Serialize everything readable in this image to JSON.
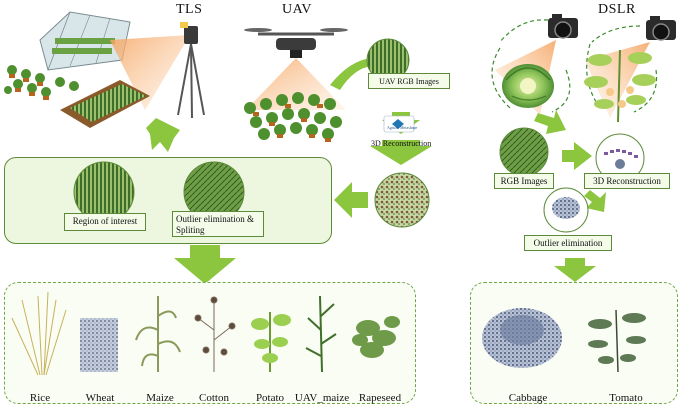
{
  "sources": {
    "tls": "TLS",
    "uav": "UAV",
    "dslr": "DSLR"
  },
  "steps": {
    "uav_rgb": "UAV RGB Images",
    "metashape": "Agisoft Metashape",
    "recon_uav": "3D Reconstruction",
    "roi": "Region of interest",
    "outlier_split": "Outlier elimination & Spliting",
    "rgb_images": "RGB Images",
    "recon_dslr": "3D Reconstruction",
    "outlier": "Outlier elimination"
  },
  "crops_left": [
    "Rice",
    "Wheat",
    "Maize",
    "Cotton",
    "Potato",
    "UAV_maize",
    "Rapeseed"
  ],
  "crops_right": [
    "Cabbage",
    "Tomato"
  ],
  "colors": {
    "arrow_green": "#8cc63f",
    "panel_border": "#5c8a3a",
    "panel_fill": "#edf7df",
    "dash_border": "#6fa64a",
    "cone_orange": "#f7b27a",
    "plant_green": "#4e8f2e",
    "pot_brown": "#b5651d",
    "point_cloud_blue": "#6c7c99"
  }
}
